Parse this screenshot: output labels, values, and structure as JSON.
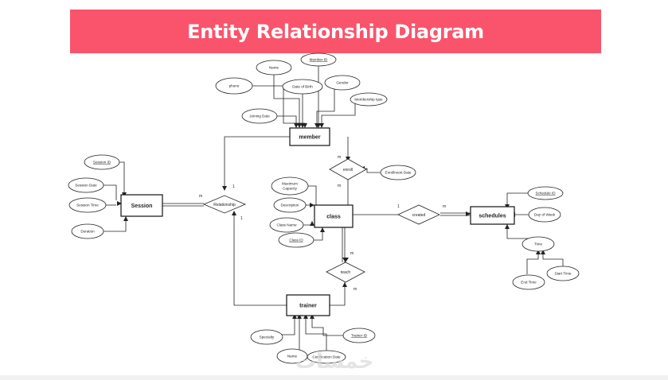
{
  "header": {
    "title": "Entity Relationship Diagram",
    "background": "#f9546b"
  },
  "entities": {
    "member": "member",
    "session": "Session",
    "class": "class",
    "schedules": "schedules",
    "trainer": "trainer"
  },
  "relationships": {
    "relationship": "Relationship",
    "enroll": "enroll",
    "created": "created",
    "teach": "teach"
  },
  "attributes": {
    "member": {
      "name": "Name",
      "member_id": "Member ID",
      "phone": "phone",
      "date_of_birth": "Date of Birth",
      "gender": "Gender",
      "membership_type": "Membership type",
      "joining_date": "Joining Date"
    },
    "session": {
      "session_id": "Session ID",
      "session_date": "Session Date",
      "session_time": "Session Time",
      "duration": "Duration"
    },
    "class": {
      "maximum_capacity_line1": "Maximum",
      "maximum_capacity_line2": "Capacity",
      "description": "Description",
      "class_name": "Class Name",
      "class_id": "Class ID"
    },
    "enroll": {
      "enrollment_date": "Enrollment Date"
    },
    "schedules": {
      "schedule_id": "Schedule ID",
      "day_of_week": "Day of Week",
      "time": "Time",
      "end_time": "End Time",
      "start_time": "Start Time"
    },
    "trainer": {
      "specialty": "Specialty",
      "trainer_id": "Trainer ID",
      "name": "Name",
      "certification_date": "Certification Date"
    }
  },
  "cardinalities": {
    "session_rel": "m",
    "rel_member": "1",
    "rel_trainer": "1",
    "member_enroll": "m",
    "enroll_class": "m",
    "class_created": "1",
    "created_schedules": "m",
    "class_teach": "m",
    "teach_trainer": "m"
  },
  "watermark": "خمسات"
}
